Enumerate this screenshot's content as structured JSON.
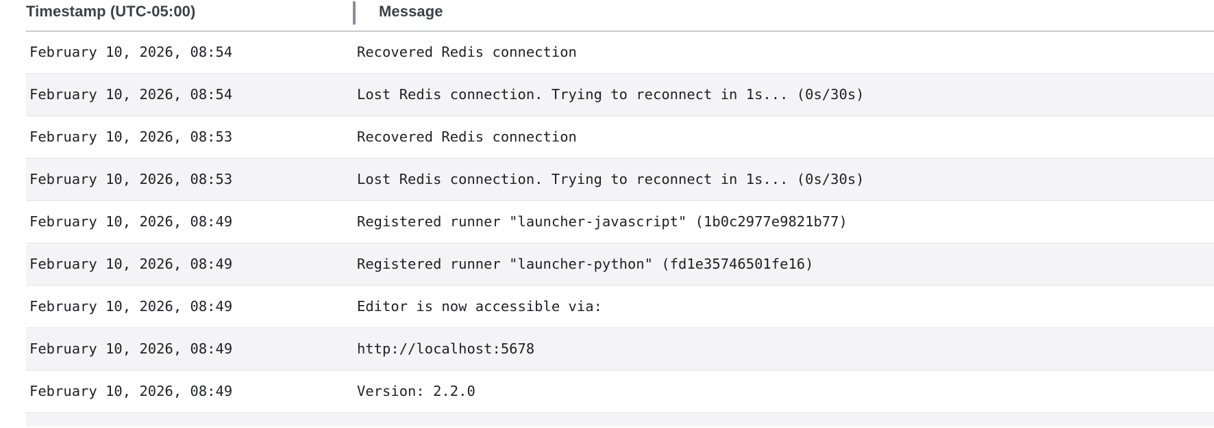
{
  "table": {
    "columns": [
      {
        "key": "timestamp",
        "label": "Timestamp (UTC-05:00)"
      },
      {
        "key": "message",
        "label": "Message"
      }
    ],
    "rows": [
      {
        "timestamp": "February 10, 2026, 08:54",
        "message": "Recovered Redis connection"
      },
      {
        "timestamp": "February 10, 2026, 08:54",
        "message": "Lost Redis connection. Trying to reconnect in 1s... (0s/30s)"
      },
      {
        "timestamp": "February 10, 2026, 08:53",
        "message": "Recovered Redis connection"
      },
      {
        "timestamp": "February 10, 2026, 08:53",
        "message": "Lost Redis connection. Trying to reconnect in 1s... (0s/30s)"
      },
      {
        "timestamp": "February 10, 2026, 08:49",
        "message": "Registered runner \"launcher-javascript\" (1b0c2977e9821b77)"
      },
      {
        "timestamp": "February 10, 2026, 08:49",
        "message": "Registered runner \"launcher-python\" (fd1e35746501fe16)"
      },
      {
        "timestamp": "February 10, 2026, 08:49",
        "message": "Editor is now accessible via:"
      },
      {
        "timestamp": "February 10, 2026, 08:49",
        "message": "http://localhost:5678"
      },
      {
        "timestamp": "February 10, 2026, 08:49",
        "message": "Version: 2.2.0"
      }
    ]
  },
  "colors": {
    "header_text": "#3c4148",
    "body_text": "#202125",
    "stripe_background": "#f4f4f6",
    "row_border": "#e3e4e8",
    "header_rule": "#9a9da4",
    "column_divider": "#8a8d96"
  }
}
